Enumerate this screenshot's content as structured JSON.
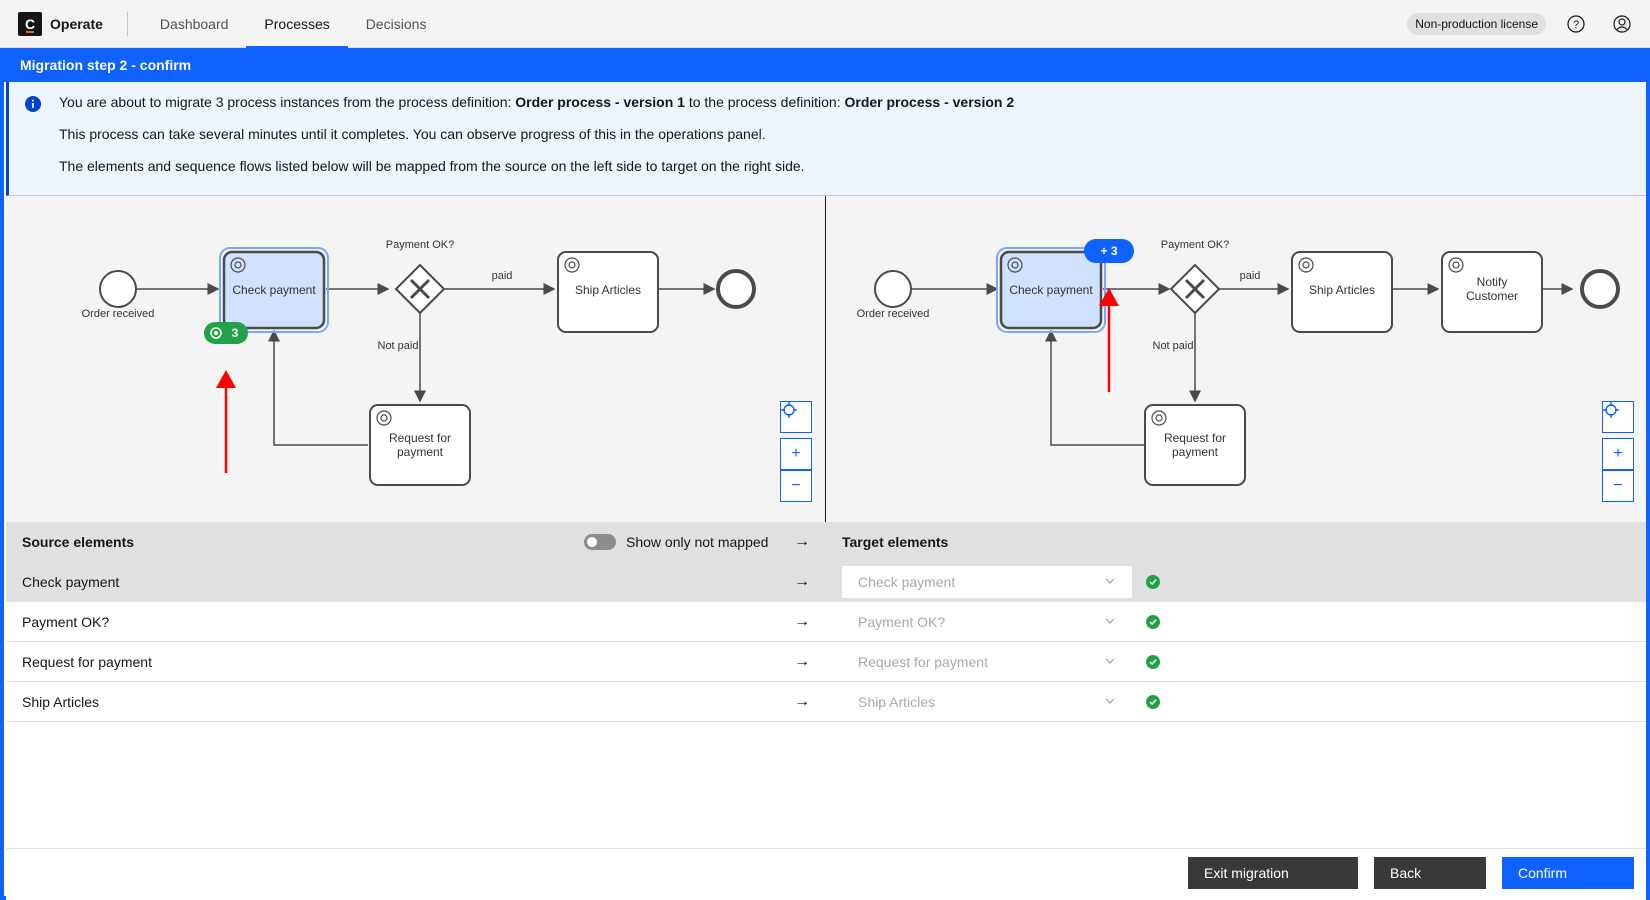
{
  "header": {
    "logo_letter": "C",
    "app_name": "Operate",
    "tabs": [
      {
        "label": "Dashboard"
      },
      {
        "label": "Processes"
      },
      {
        "label": "Decisions"
      }
    ],
    "active_tab": "Processes",
    "license_badge": "Non-production license",
    "help_icon": "help-icon",
    "user_icon": "user-icon"
  },
  "modal": {
    "title": "Migration step 2 - confirm"
  },
  "info": {
    "line1_prefix": "You are about to migrate 3 process instances from the process definition: ",
    "source_definition": "Order process - version 1",
    "line1_mid": " to the process definition: ",
    "target_definition": "Order process - version 2",
    "line2": "This process can take several minutes until it completes. You can observe progress of this in the operations panel.",
    "line3": "The elements and sequence flows listed below will be mapped from the source on the left side to target on the right side."
  },
  "source_diagram": {
    "start_event": "Order received",
    "task1": "Check payment",
    "gateway": "Payment OK?",
    "flow_paid": "paid",
    "flow_not_paid": "Not paid",
    "task_ship": "Ship Articles",
    "task_request_l1": "Request for",
    "task_request_l2": "payment",
    "instance_badge": "3"
  },
  "target_diagram": {
    "start_event": "Order received",
    "task1": "Check payment",
    "gateway": "Payment OK?",
    "flow_paid": "paid",
    "flow_not_paid": "Not paid",
    "task_ship": "Ship Articles",
    "task_notify_l1": "Notify",
    "task_notify_l2": "Customer",
    "task_request_l1": "Request for",
    "task_request_l2": "payment",
    "migrate_badge": "+ 3"
  },
  "zoom_controls": {
    "reset": "reset-icon",
    "zoom_in": "+",
    "zoom_out": "−"
  },
  "table": {
    "source_header": "Source elements",
    "toggle_label": "Show only not mapped",
    "arrow": "→",
    "target_header": "Target elements",
    "rows": [
      {
        "source": "Check payment",
        "target": "Check payment"
      },
      {
        "source": "Payment OK?",
        "target": "Payment OK?"
      },
      {
        "source": "Request for payment",
        "target": "Request for payment"
      },
      {
        "source": "Ship Articles",
        "target": "Ship Articles"
      }
    ]
  },
  "footer": {
    "exit_label": "Exit migration",
    "back_label": "Back",
    "confirm_label": "Confirm"
  },
  "colors": {
    "accent": "#0f62fe",
    "success": "#24a148",
    "annotation_arrow": "#ff0000"
  }
}
